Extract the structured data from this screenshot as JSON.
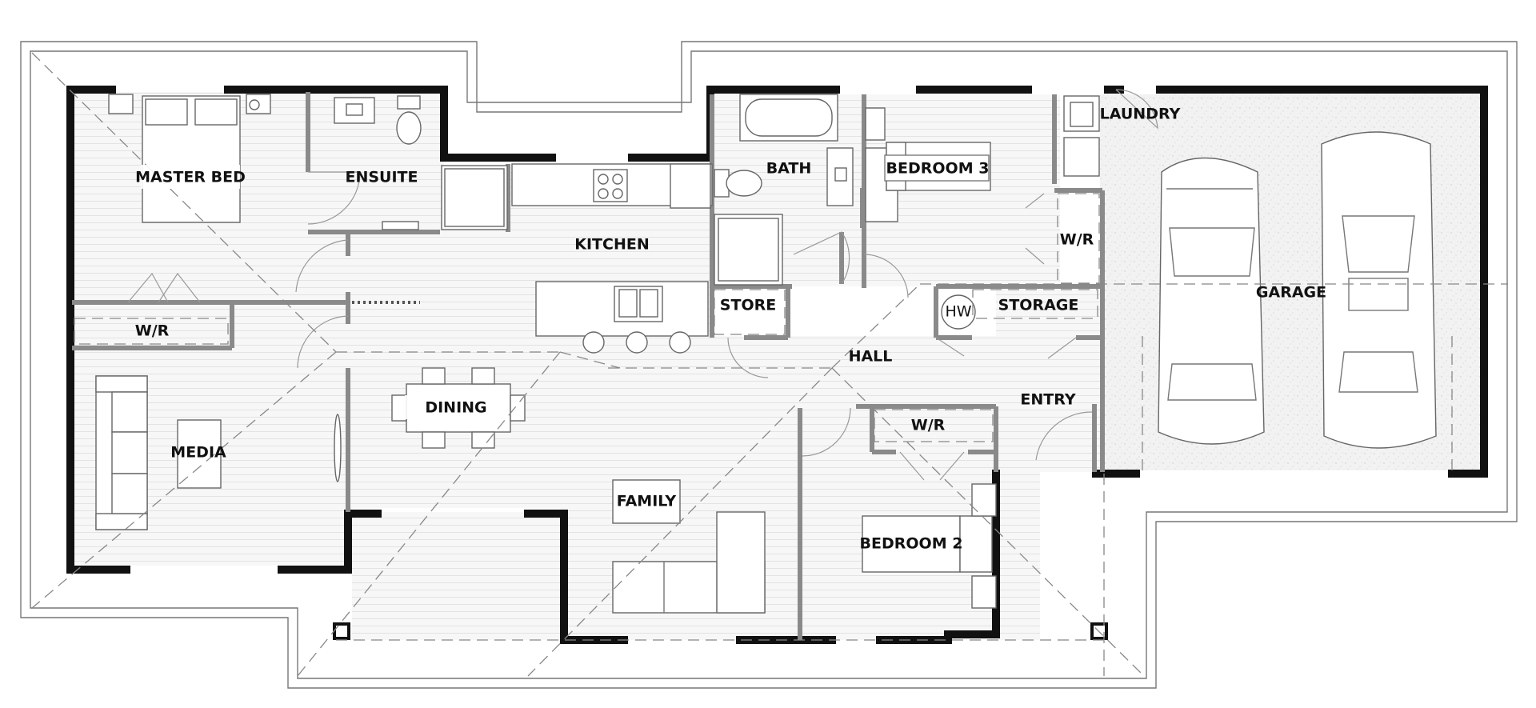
{
  "rooms": {
    "master_bed": "MASTER BED",
    "ensuite": "ENSUITE",
    "kitchen": "KITCHEN",
    "bath": "BATH",
    "bedroom_3": "BEDROOM 3",
    "laundry": "LAUNDRY",
    "wr_master": "W/R",
    "wr_bed3": "W/R",
    "wr_bed2": "W/R",
    "store": "STORE",
    "storage": "STORAGE",
    "hw": "HW",
    "garage": "GARAGE",
    "hall": "HALL",
    "dining": "DINING",
    "media": "MEDIA",
    "entry": "ENTRY",
    "family": "FAMILY",
    "bedroom_2": "BEDROOM 2"
  }
}
